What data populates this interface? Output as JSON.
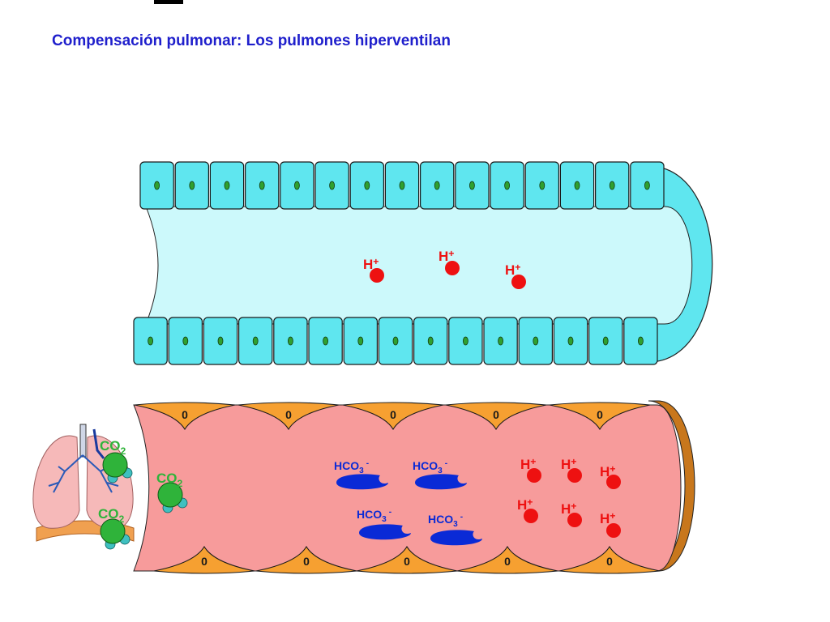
{
  "title": "Compensación pulmonar: Los pulmones hiperventilan",
  "colors": {
    "title": "#1f1fcc",
    "kidney_lumen": "#ccf9fb",
    "kidney_cell": "#5fe6ef",
    "blood": "#f79b9b",
    "endothelium": "#f6a031",
    "hydrogen": "#ee1111",
    "bicarbonate": "#0a2ad6",
    "co2": "#2fb33a"
  },
  "labels": {
    "h_plus": "H+",
    "hco3": "HCO3 -",
    "co2": "CO2",
    "nucleus": "0"
  },
  "tubule": {
    "h_ions": [
      "H+",
      "H+",
      "H+"
    ]
  },
  "vessel": {
    "bicarbonate": [
      "HCO3 -",
      "HCO3 -",
      "HCO3 -",
      "HCO3 -"
    ],
    "h_ions": [
      "H+",
      "H+",
      "H+",
      "H+",
      "H+",
      "H+"
    ],
    "co2_molecules": [
      "CO2",
      "CO2",
      "CO2"
    ]
  }
}
